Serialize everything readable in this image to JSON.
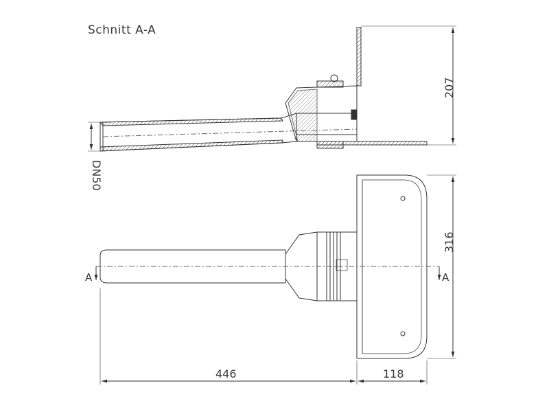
{
  "title": "Schnitt A-A",
  "dimensions": {
    "height_top": "207",
    "nominal_diameter": "DN50",
    "height_bottom": "316",
    "length_pipe": "446",
    "length_flange": "118"
  },
  "section_markers": {
    "left": "A",
    "right": "A"
  },
  "colors": {
    "line": "#333333",
    "hatch": "#555555",
    "dash": "#666666"
  }
}
